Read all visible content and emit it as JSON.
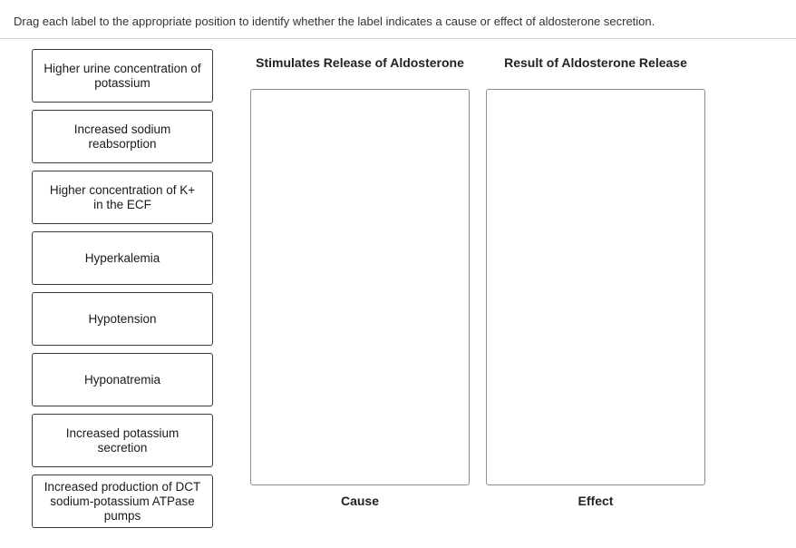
{
  "instructions": "Drag each label to the appropriate position to identify whether the label indicates a cause or effect of aldosterone secretion.",
  "labels": [
    "Higher urine concentration of potassium",
    "Increased sodium reabsorption",
    "Higher concentration of K+ in the ECF",
    "Hyperkalemia",
    "Hypotension",
    "Hyponatremia",
    "Increased potassium secretion",
    "Increased production of DCT sodium-potassium ATPase pumps"
  ],
  "columns": {
    "cause": {
      "heading": "Stimulates Release of Aldosterone",
      "footer": "Cause"
    },
    "effect": {
      "heading": "Result of Aldosterone Release",
      "footer": "Effect"
    }
  }
}
